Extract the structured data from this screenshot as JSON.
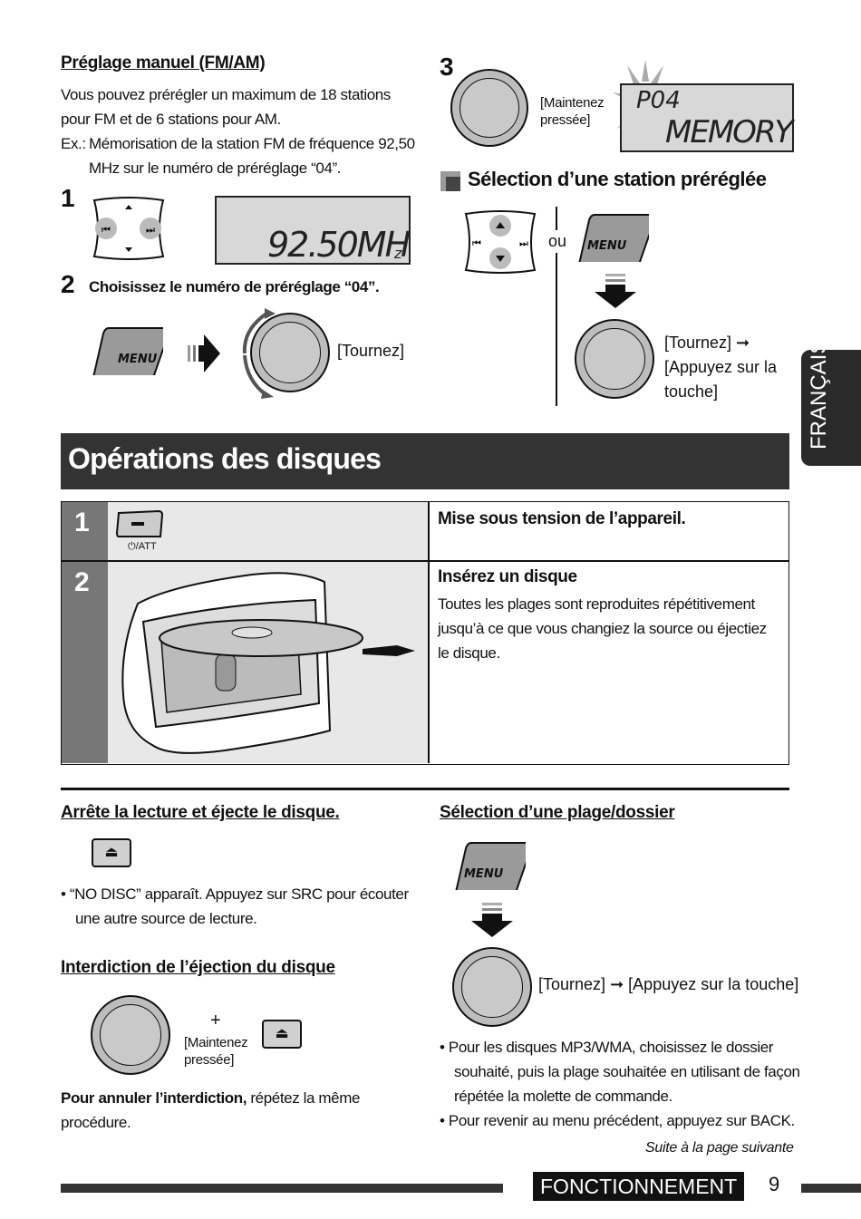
{
  "left_top": {
    "heading": "Préglage manuel (FM/AM)",
    "para1": "Vous pouvez prérégler un maximum de 18 stations pour FM et de 6 stations pour AM.",
    "ex_label": "Ex.:",
    "ex_text": "Mémorisation de la station FM de fréquence 92,50 MHz sur le numéro de préréglage “04”.",
    "step1": "1",
    "freq_main": "92.50MH",
    "freq_sub": "z",
    "step2": "2",
    "step2_text": "Choisissez le numéro de préréglage “04”.",
    "menu": "MENU",
    "turn": "[Tournez]"
  },
  "right_top": {
    "step3": "3",
    "hold": "[Maintenez pressée]",
    "lcd_p": "P04",
    "lcd_mem": "MEMORY",
    "heading": "Sélection d’une station préréglée",
    "or": "ou",
    "menu": "MENU",
    "turn_push_1": "[Tournez] ",
    "turn_push_2": "[Appuyez sur la touche]"
  },
  "side_tab": "FRANÇAIS",
  "section_title": "Opérations des disques",
  "table": {
    "row1_num": "1",
    "row1_btn": "⏻/ATT",
    "row1_text": "Mise sous tension de l’appareil.",
    "row2_num": "2",
    "row2_heading": "Insérez un disque",
    "row2_text": "Toutes les plages sont reproduites répétitivement jusqu’à ce que vous changiez la source ou éjectiez le disque."
  },
  "bottom_left": {
    "h1": "Arrête la lecture et éjecte le disque.",
    "eject": "⏏",
    "bullet1": "“NO DISC” apparaît. Appuyez sur SRC pour écouter une autre source de lecture.",
    "h2": "Interdiction de l’éjection du disque",
    "plus": "+",
    "hold": "[Maintenez pressée]",
    "cancel_bold": "Pour annuler l’interdiction,",
    "cancel_rest": " répétez la même procédure."
  },
  "bottom_right": {
    "h1": "Sélection d’une plage/dossier",
    "menu": "MENU",
    "turn": "[Tournez]",
    "push": "[Appuyez sur la touche]",
    "bullet1": "Pour les disques MP3/WMA, choisissez le dossier souhaité, puis la plage souhaitée en utilisant de façon répétée la molette de commande.",
    "bullet2": "Pour revenir au menu précédent, appuyez sur BACK.",
    "continued": "Suite à la page suivante"
  },
  "footer": {
    "label": "FONCTIONNEMENT",
    "page": "9"
  }
}
